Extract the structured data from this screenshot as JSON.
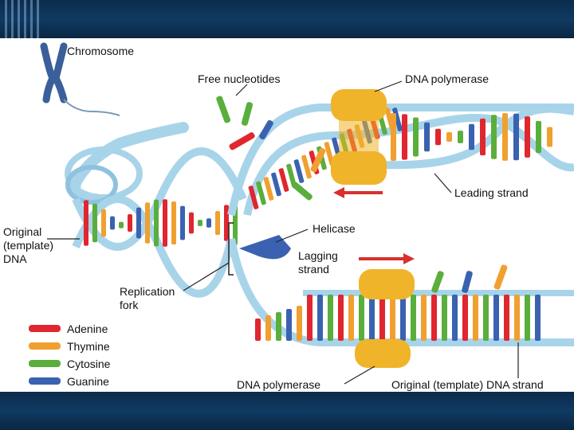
{
  "labels": {
    "chromosome": "Chromosome",
    "free_nucleotides": "Free nucleotides",
    "dna_polymerase_top": "DNA polymerase",
    "dna_polymerase_bottom": "DNA polymerase",
    "leading_strand": "Leading strand",
    "helicase": "Helicase",
    "lagging_strand_1": "Lagging",
    "lagging_strand_2": "strand",
    "original_1": "Original",
    "original_2": "(template)",
    "original_3": "DNA",
    "replication_1": "Replication",
    "replication_2": "fork",
    "template_strand": "Original (template) DNA strand"
  },
  "legend": [
    {
      "label": "Adenine",
      "color": "#e0262e"
    },
    {
      "label": "Thymine",
      "color": "#f0a030"
    },
    {
      "label": "Cytosine",
      "color": "#5aae3c"
    },
    {
      "label": "Guanine",
      "color": "#3a62b0"
    }
  ],
  "colors": {
    "banner": "#0f3a62",
    "backbone": "#a8d4ea",
    "backbone_edge": "#5b8fb0",
    "polymerase": "#f0b42a",
    "helicase": "#3a62b0",
    "arrow": "#d8302e"
  }
}
